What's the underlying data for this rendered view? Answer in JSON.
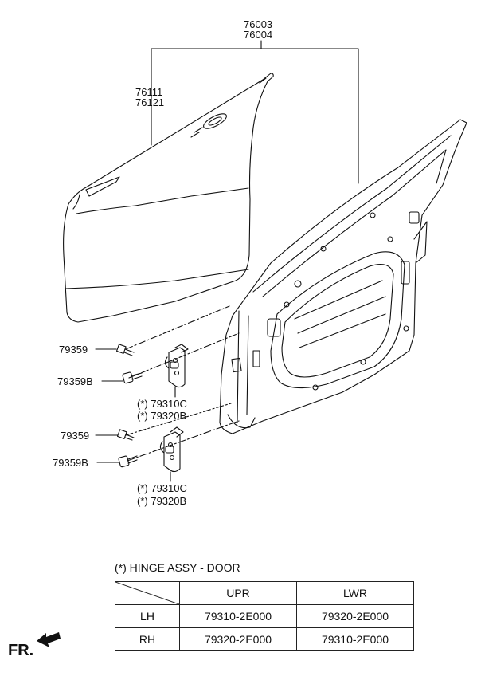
{
  "labels": {
    "door_assy_lh": "76003",
    "door_assy_rh": "76004",
    "panel_lh": "76111",
    "panel_rh": "76121",
    "bolt_upper": "79359",
    "bolt_upper_b": "79359B",
    "hinge_upper_c": "79310C",
    "hinge_upper_b": "79320B",
    "bolt_lower": "79359",
    "bolt_lower_b": "79359B",
    "hinge_lower_c": "79310C",
    "hinge_lower_b": "79320B",
    "asterisk": "(*)"
  },
  "legend": {
    "title": "(*) HINGE ASSY - DOOR",
    "columns": [
      "UPR",
      "LWR"
    ],
    "rows": [
      {
        "side": "LH",
        "upr": "79310-2E000",
        "lwr": "79320-2E000"
      },
      {
        "side": "RH",
        "upr": "79320-2E000",
        "lwr": "79310-2E000"
      }
    ]
  },
  "direction": {
    "label": "FR.",
    "icon": "forward-arrow-icon"
  }
}
